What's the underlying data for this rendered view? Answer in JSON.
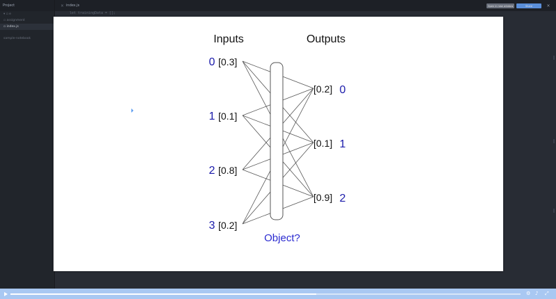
{
  "sidebar": {
    "title": "Project",
    "items": [
      {
        "label": "▾ ▫ e"
      },
      {
        "label": "▫ assignment"
      },
      {
        "label": "▫ index.js"
      },
      {
        "label": "sample-notebook"
      }
    ]
  },
  "tab": {
    "label": "index.js",
    "close": "×"
  },
  "code_line": "let trainingData = [];",
  "toolbar": {
    "button_a": "Open in new window",
    "button_b": "Share",
    "close": "×"
  },
  "slide": {
    "inputs_title": "Inputs",
    "outputs_title": "Outputs",
    "box_label": "Object?",
    "inputs": [
      {
        "index": "0",
        "value": "[0.3]"
      },
      {
        "index": "1",
        "value": "[0.1]"
      },
      {
        "index": "2",
        "value": "[0.8]"
      },
      {
        "index": "3",
        "value": "[0.2]"
      }
    ],
    "outputs": [
      {
        "index": "0",
        "value": "[0.2]"
      },
      {
        "index": "1",
        "value": "[0.1]"
      },
      {
        "index": "2",
        "value": "[0.9]"
      }
    ]
  },
  "video": {
    "progress": 0.6
  },
  "colors": {
    "index_blue": "#1a1aaa",
    "object_blue": "#2a2ad0",
    "video_bar": "#a9c8f2"
  }
}
